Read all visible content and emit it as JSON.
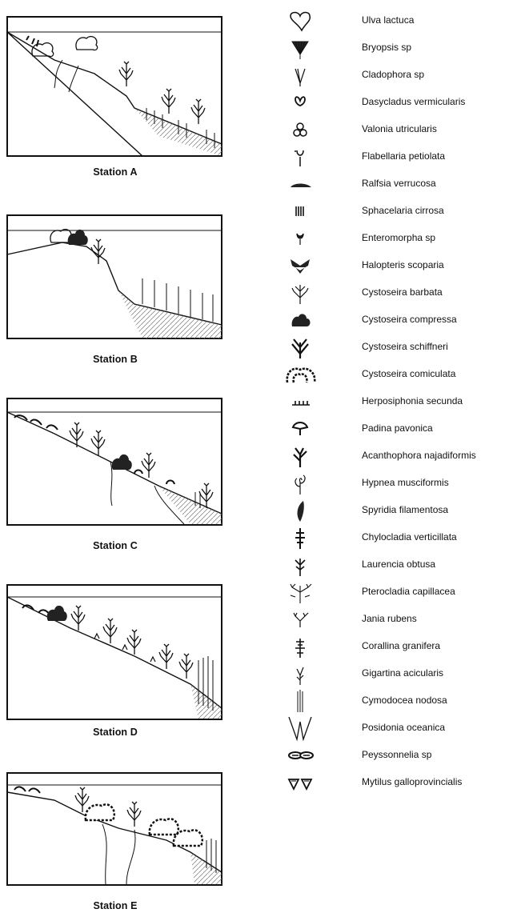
{
  "stations": [
    {
      "id": "A",
      "label": "Station A"
    },
    {
      "id": "B",
      "label": "Station B"
    },
    {
      "id": "C",
      "label": "Station C"
    },
    {
      "id": "D",
      "label": "Station D"
    },
    {
      "id": "E",
      "label": "Station E"
    }
  ],
  "legend": [
    {
      "label": "Ulva lactuca",
      "icon": "ulva-lactuca-icon"
    },
    {
      "label": "Bryopsis sp",
      "icon": "bryopsis-icon"
    },
    {
      "label": "Cladophora sp",
      "icon": "cladophora-icon"
    },
    {
      "label": "Dasycladus vermicularis",
      "icon": "dasycladus-icon"
    },
    {
      "label": "Valonia utricularis",
      "icon": "valonia-icon"
    },
    {
      "label": "Flabellaria petiolata",
      "icon": "flabellaria-icon"
    },
    {
      "label": "Ralfsia verrucosa",
      "icon": "ralfsia-icon"
    },
    {
      "label": "Sphacelaria cirrosa",
      "icon": "sphacelaria-icon"
    },
    {
      "label": "Enteromorpha sp",
      "icon": "enteromorpha-icon"
    },
    {
      "label": "Halopteris scoparia",
      "icon": "halopteris-icon"
    },
    {
      "label": "Cystoseira barbata",
      "icon": "cystoseira-barbata-icon"
    },
    {
      "label": "Cystoseira compressa",
      "icon": "cystoseira-compressa-icon"
    },
    {
      "label": "Cystoseira schiffneri",
      "icon": "cystoseira-schiffneri-icon"
    },
    {
      "label": "Cystoseira comiculata",
      "icon": "cystoseira-comiculata-icon"
    },
    {
      "label": "Herposiphonia secunda",
      "icon": "herposiphonia-icon"
    },
    {
      "label": "Padina pavonica",
      "icon": "padina-icon"
    },
    {
      "label": "Acanthophora najadiformis",
      "icon": "acanthophora-icon"
    },
    {
      "label": "Hypnea musciformis",
      "icon": "hypnea-icon"
    },
    {
      "label": "Spyridia filamentosa",
      "icon": "spyridia-icon"
    },
    {
      "label": "Chylocladia verticillata",
      "icon": "chylocladia-icon"
    },
    {
      "label": "Laurencia obtusa",
      "icon": "laurencia-icon"
    },
    {
      "label": "Pterocladia capillacea",
      "icon": "pterocladia-icon"
    },
    {
      "label": "Jania rubens",
      "icon": "jania-icon"
    },
    {
      "label": "Corallina granifera",
      "icon": "corallina-icon"
    },
    {
      "label": "Gigartina acicularis",
      "icon": "gigartina-icon"
    },
    {
      "label": "Cymodocea nodosa",
      "icon": "cymodocea-icon"
    },
    {
      "label": "Posidonia oceanica",
      "icon": "posidonia-icon"
    },
    {
      "label": "Peyssonnelia sp",
      "icon": "peyssonnelia-icon"
    },
    {
      "label": "Mytilus galloprovincialis",
      "icon": "mytilus-icon"
    }
  ]
}
